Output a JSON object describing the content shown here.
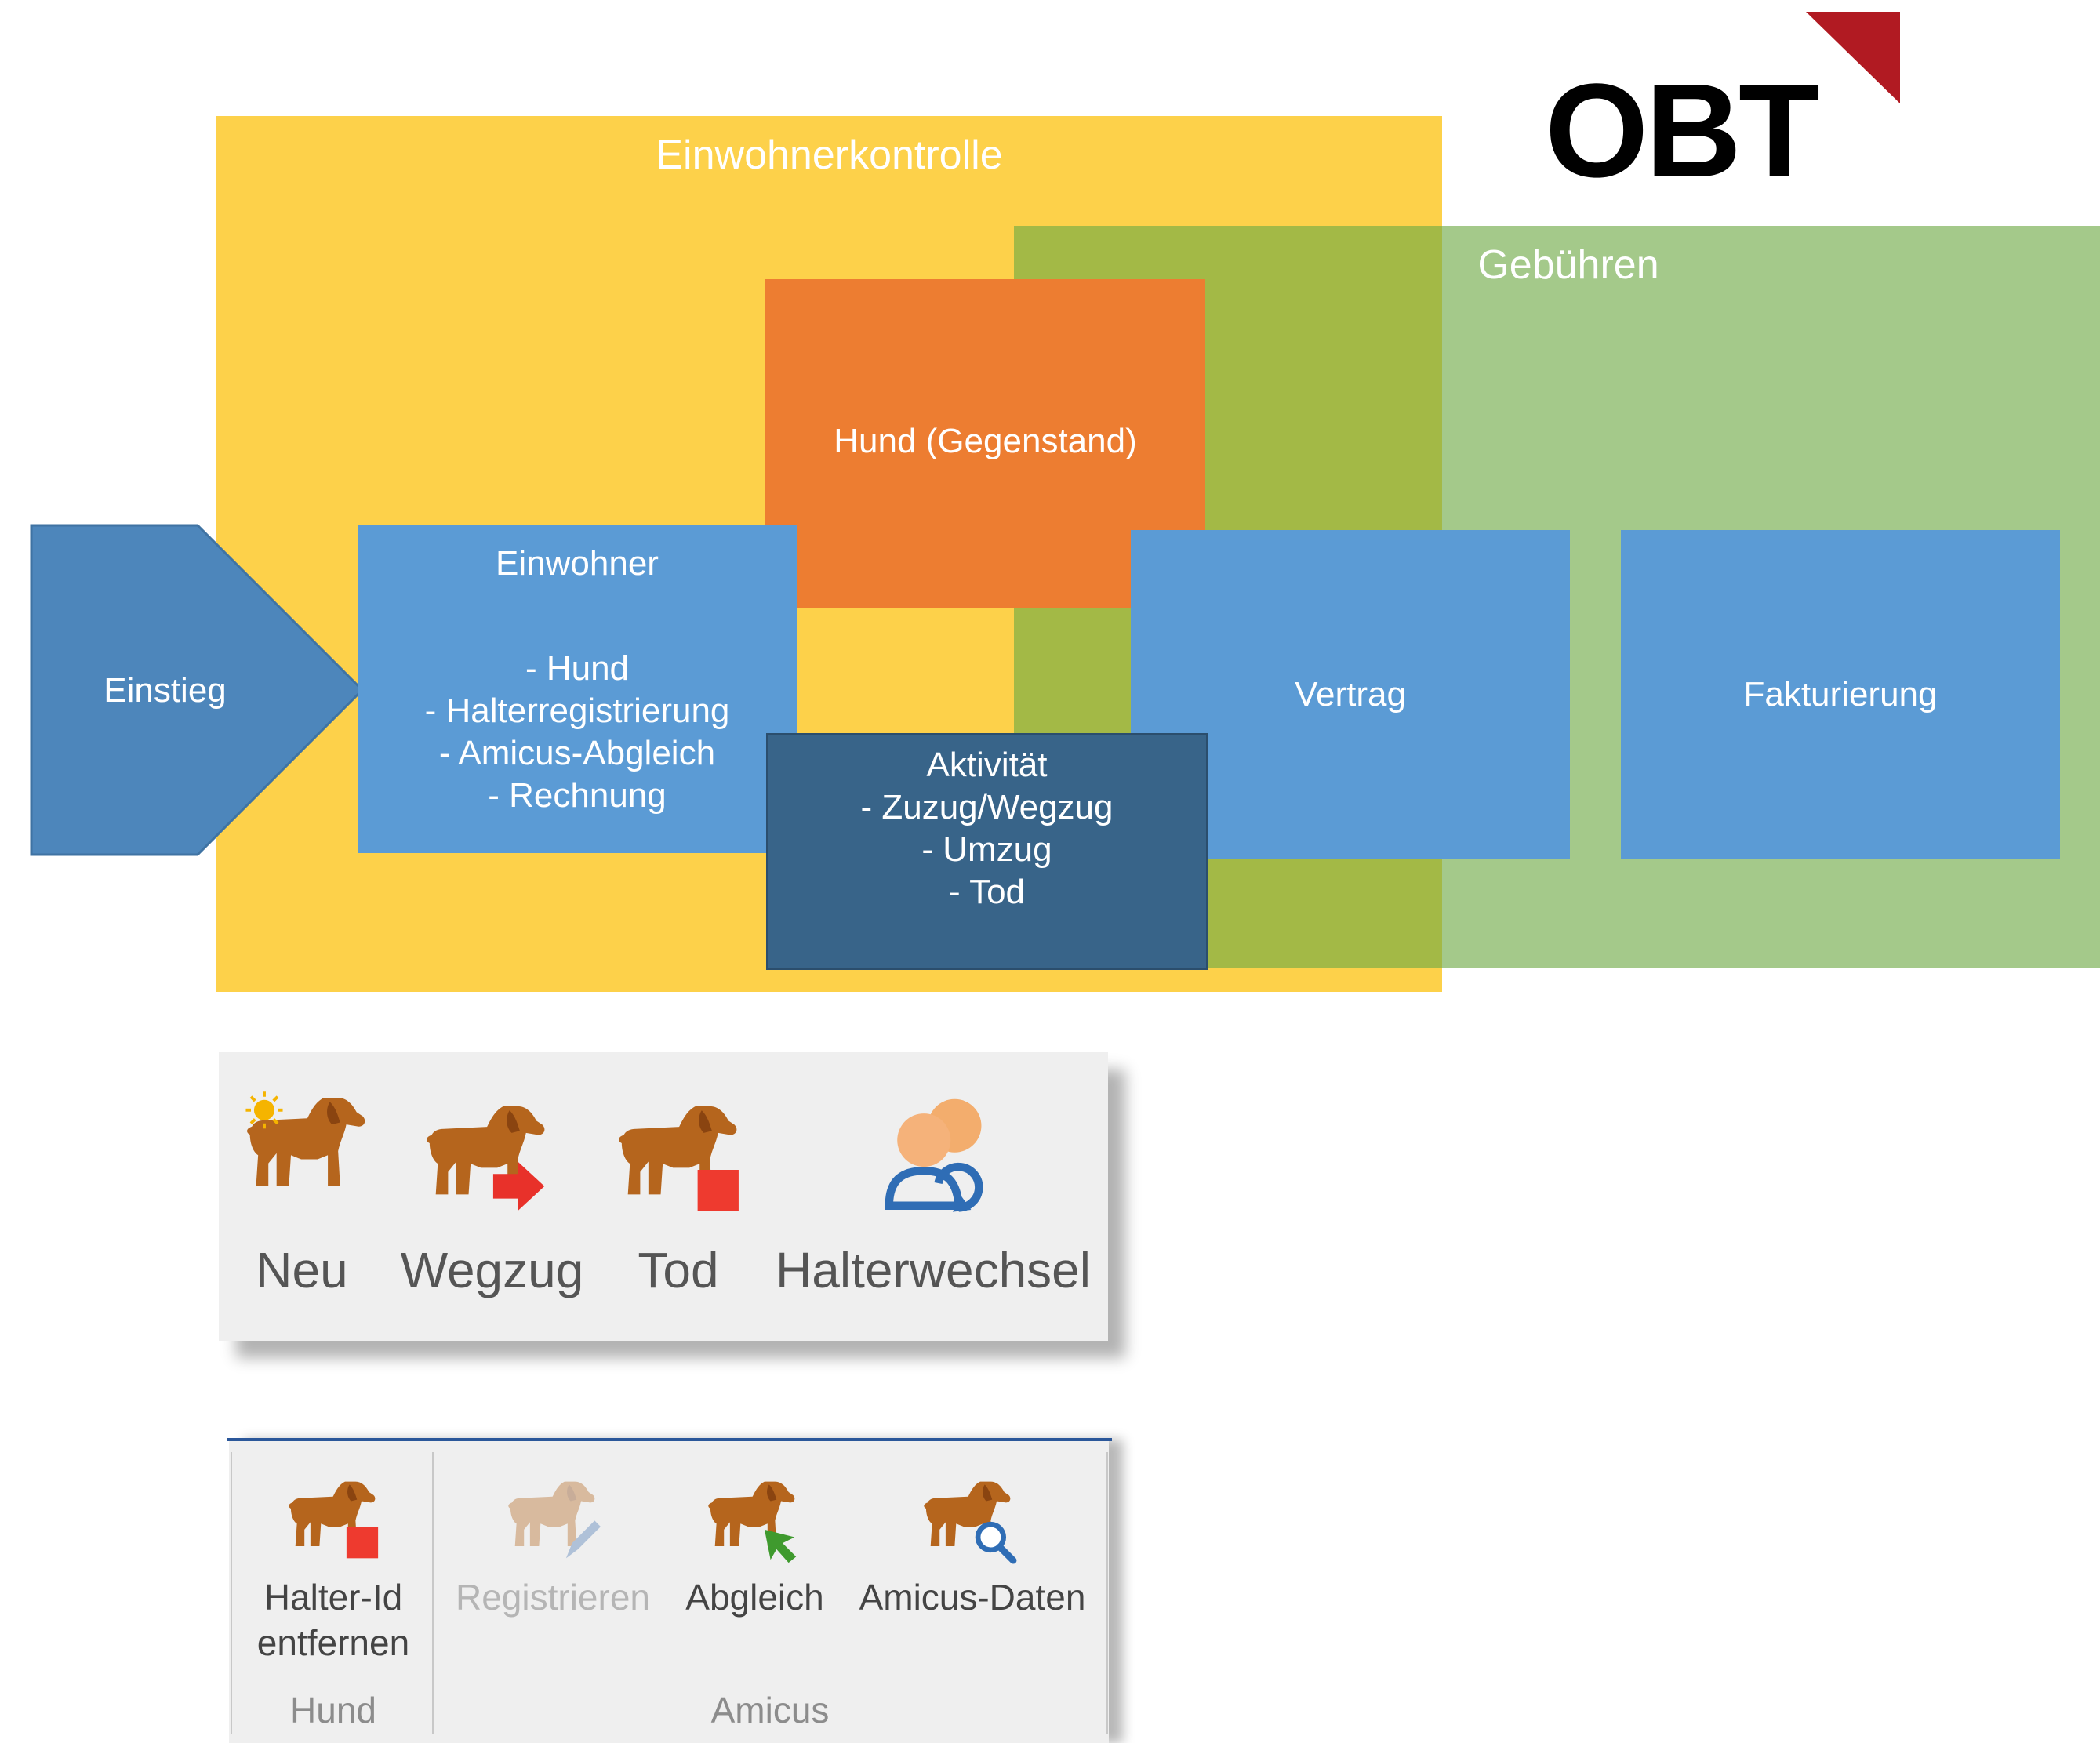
{
  "diagram": {
    "einwohnerkontrolle": "Einwohnerkontrolle",
    "gebuehren": "Gebühren",
    "hund": "Hund (Gegenstand)",
    "einstieg": "Einstieg",
    "einwohner": {
      "title": "Einwohner",
      "items": [
        "- Hund",
        "- Halterregistrierung",
        "- Amicus-Abgleich",
        "- Rechnung"
      ]
    },
    "aktivitaet": {
      "title": "Aktivität",
      "items": [
        "- Zuzug/Wegzug",
        "- Umzug",
        "- Tod"
      ]
    },
    "vertrag": "Vertrag",
    "fakturierung": "Fakturierung"
  },
  "logo": {
    "text": "OBT"
  },
  "ribbon1": {
    "buttons": [
      {
        "label": "Neu",
        "icon": "dog-new-icon"
      },
      {
        "label": "Wegzug",
        "icon": "dog-move-out-icon"
      },
      {
        "label": "Tod",
        "icon": "dog-death-icon"
      },
      {
        "label": "Halterwechsel",
        "icon": "owner-change-icon"
      }
    ]
  },
  "ribbon2": {
    "groups": [
      {
        "label": "Hund",
        "buttons": [
          {
            "label_line1": "Halter-Id",
            "label_line2": "entfernen",
            "icon": "dog-remove-id-icon"
          }
        ]
      },
      {
        "label": "Amicus",
        "buttons": [
          {
            "label": "Registrieren",
            "icon": "dog-register-icon",
            "disabled": true
          },
          {
            "label": "Abgleich",
            "icon": "dog-sync-icon"
          },
          {
            "label": "Amicus-Daten",
            "icon": "dog-search-icon"
          }
        ]
      }
    ]
  },
  "colors": {
    "einwohnerkontrolle": "#fdd14a",
    "gebuehren": "#a4c98a",
    "overlap": "#a3b946",
    "hund": "#ed7d31",
    "blue": "#5b9bd5",
    "einstieg": "#4d86bb",
    "aktivitaet": "#386489",
    "logo_red": "#b11a22",
    "dog": "#b5651d"
  }
}
